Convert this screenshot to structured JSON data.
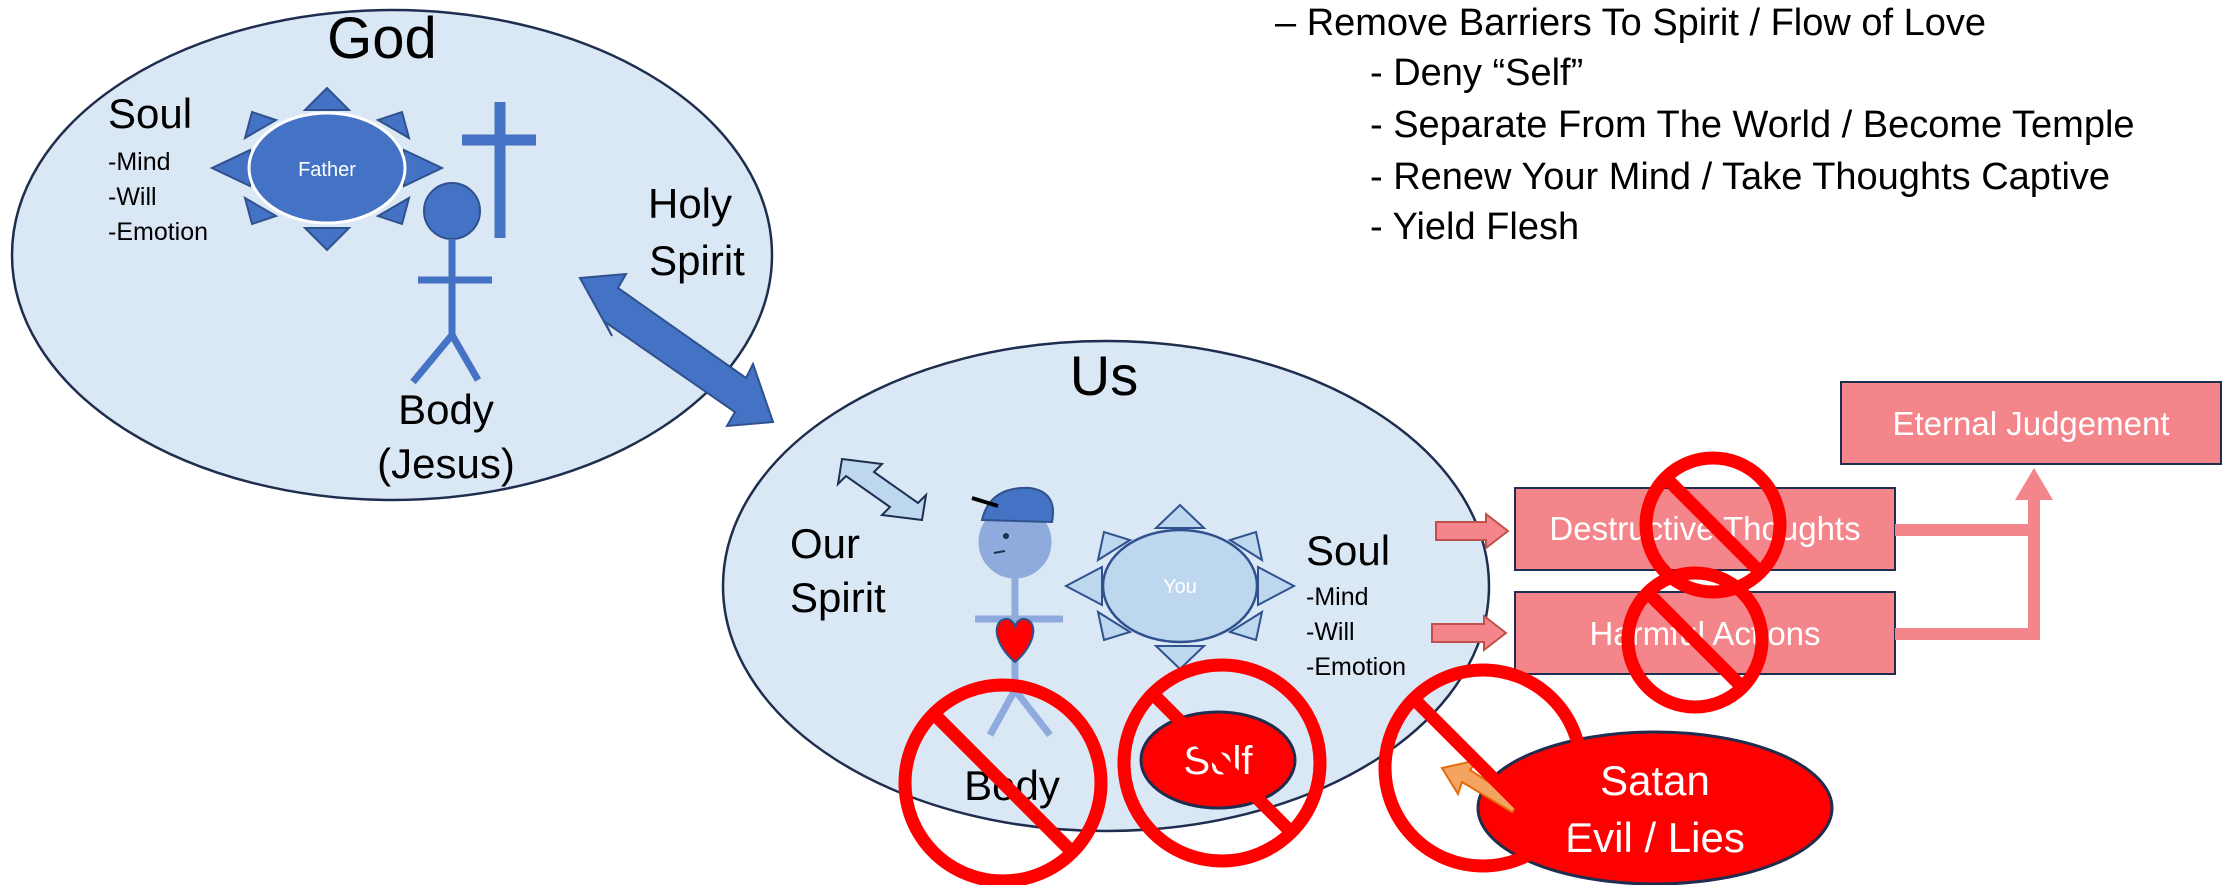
{
  "bullets": {
    "main": "– Remove Barriers To Spirit / Flow of Love",
    "items": [
      "- Deny “Self”",
      "- Separate From The World / Become Temple",
      "- Renew Your Mind / Take Thoughts Captive",
      "- Yield Flesh"
    ]
  },
  "god": {
    "title": "God",
    "soul_label": "Soul",
    "soul_parts": [
      "-Mind",
      "-Will",
      "-Emotion"
    ],
    "sun_label": "Father",
    "body_label": "Body",
    "body_sub": "(Jesus)"
  },
  "holy_spirit": [
    "Holy",
    "Spirit"
  ],
  "us": {
    "title": "Us",
    "spirit_label": [
      "Our",
      "Spirit"
    ],
    "sun_label": "You",
    "soul_label": "Soul",
    "soul_parts": [
      "-Mind",
      "-Will",
      "-Emotion"
    ],
    "body_label": "Body",
    "self_label": "Self"
  },
  "outcomes": {
    "destructive_thoughts": "Destructive Thoughts",
    "harmful_actions": "Harmful Actions",
    "eternal_judgement": "Eternal  Judgement"
  },
  "satan": [
    "Satan",
    "Evil / Lies"
  ],
  "colors": {
    "ellipse_fill": "#dae7f5",
    "ellipse_stroke": "#1f2d4f",
    "blue": "#4472c4",
    "light_blue": "#8faadc",
    "pink_box": "#f4858a",
    "red": "#ff0000",
    "white": "#ffffff"
  }
}
